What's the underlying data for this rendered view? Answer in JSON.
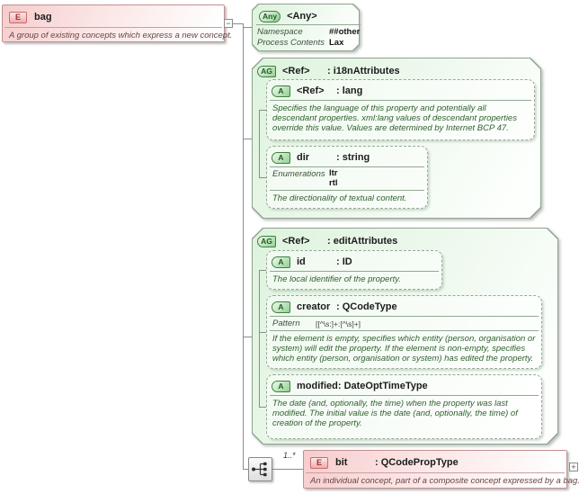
{
  "bag": {
    "badge": "E",
    "name": "bag",
    "description": "A group of existing concepts which express a new concept."
  },
  "any": {
    "badge": "Any",
    "name": "<Any>",
    "rows": [
      {
        "label": "Namespace",
        "value": "##other"
      },
      {
        "label": "Process Contents",
        "value": "Lax"
      }
    ]
  },
  "i18n": {
    "badge": "AG",
    "name": "<Ref>",
    "type": ": i18nAttributes",
    "lang": {
      "badge": "A",
      "name": "<Ref>",
      "type": ": lang",
      "description": "Specifies the language of this property and potentially all descendant properties. xml:lang values of descendant properties override this value. Values are determined by Internet BCP 47."
    },
    "dir": {
      "badge": "A",
      "name": "dir",
      "type": ": string",
      "enum_label": "Enumerations",
      "enum_values": [
        "ltr",
        "rtl"
      ],
      "description": "The directionality of textual content."
    }
  },
  "edit": {
    "badge": "AG",
    "name": "<Ref>",
    "type": ": editAttributes",
    "id": {
      "badge": "A",
      "name": "id",
      "type": ": ID",
      "description": "The local identifier of the property."
    },
    "creator": {
      "badge": "A",
      "name": "creator",
      "type": ": QCodeType",
      "pattern_label": "Pattern",
      "pattern_value": "[[^\\s:]+:[^\\s]+]",
      "description": "If the element is empty, specifies which entity (person, organisation or system) will edit the property. If the element is non-empty, specifies which entity (person, organisation or system) has edited the property."
    },
    "modified": {
      "badge": "A",
      "name": "modified",
      "type": ": DateOptTimeType",
      "description": "The date (and, optionally, the time) when the property was last modified. The initial value is the date (and, optionally, the time) of creation of the property."
    }
  },
  "sequence": {
    "cardinality": "1..*"
  },
  "bit": {
    "badge": "E",
    "name": "bit",
    "type": ": QCodePropType",
    "description": "An individual concept, part of a composite concept expressed by a bag."
  },
  "controls": {
    "collapse": "−",
    "expand": "+"
  },
  "colors": {
    "element_border": "#c29090",
    "group_border": "#8fa28f",
    "desc_green": "#2f5f2f",
    "desc_red": "#6b4545"
  }
}
